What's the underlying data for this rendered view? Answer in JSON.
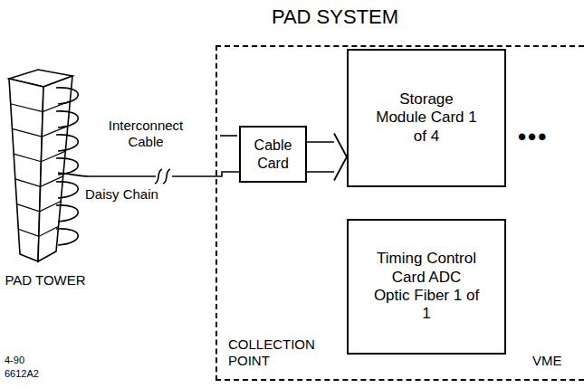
{
  "diagram": {
    "title": "PAD SYSTEM",
    "nodes": [
      {
        "text": [
          "PAD TOWER"
        ]
      },
      {
        "text": [
          "COLLECTION POINT",
          "VME"
        ]
      },
      {
        "text": [
          "Cable Card"
        ],
        "in": 1
      },
      {
        "text": [
          "Storage Module Card 1 of 4"
        ],
        "in": 1
      },
      {
        "text": [
          "Timing Control Card ADC Optic Fiber 1 of 1"
        ],
        "in": 1
      }
    ],
    "edges": [
      {
        "from": 0,
        "to": 2,
        "label": "Interconnect Cable",
        "arrow": "none"
      },
      {
        "from": 2,
        "to": 3,
        "arrow": "to"
      }
    ],
    "labels": [
      "Daisy Chain",
      "•••",
      "4-90",
      "6612A2"
    ]
  }
}
